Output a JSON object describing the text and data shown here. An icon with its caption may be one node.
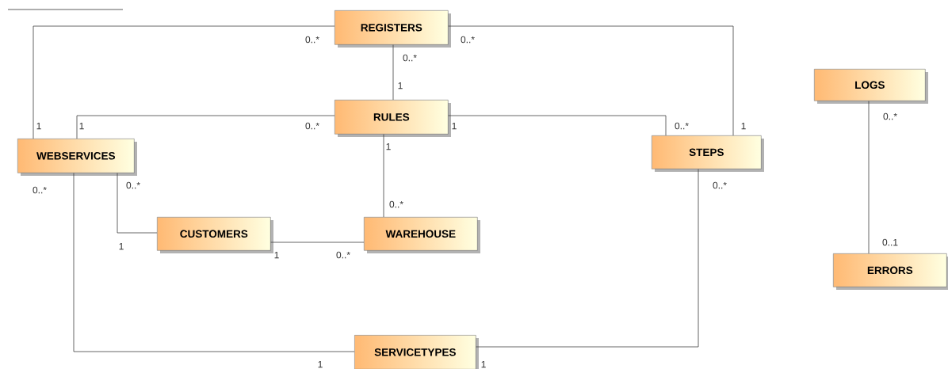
{
  "diagram": {
    "nodes": [
      {
        "text": [
          "REGISTERS"
        ]
      },
      {
        "text": [
          "RULES"
        ]
      },
      {
        "text": [
          "WEBSERVICES"
        ]
      },
      {
        "text": [
          "STEPS"
        ]
      },
      {
        "text": [
          "LOGS"
        ]
      },
      {
        "text": [
          "CUSTOMERS"
        ]
      },
      {
        "text": [
          "WAREHOUSE"
        ]
      },
      {
        "text": [
          "ERRORS"
        ]
      },
      {
        "text": [
          "SERVICETYPES"
        ]
      }
    ],
    "edges": [
      {
        "from": 2,
        "to": 0,
        "arrow": "none"
      },
      {
        "from": 0,
        "to": 1,
        "arrow": "none"
      },
      {
        "from": 0,
        "to": 3,
        "arrow": "none"
      },
      {
        "from": 2,
        "to": 1,
        "arrow": "none"
      },
      {
        "from": 1,
        "to": 3,
        "arrow": "none"
      },
      {
        "from": 1,
        "to": 6,
        "arrow": "none"
      },
      {
        "from": 2,
        "to": 5,
        "arrow": "none"
      },
      {
        "from": 5,
        "to": 6,
        "arrow": "none"
      },
      {
        "from": 2,
        "to": 8,
        "arrow": "none"
      },
      {
        "from": 3,
        "to": 8,
        "arrow": "none"
      },
      {
        "from": 4,
        "to": 7,
        "arrow": "none"
      }
    ],
    "labels": [
      "0..*",
      "0..*",
      "0..*",
      "1",
      "0..*",
      "1",
      "1",
      "0..*",
      "1",
      "0..*",
      "1",
      "1",
      "0..*",
      "0..*",
      "0..*",
      "0..*",
      "0..1",
      "1",
      "1",
      "0..*",
      "1",
      "1"
    ]
  }
}
